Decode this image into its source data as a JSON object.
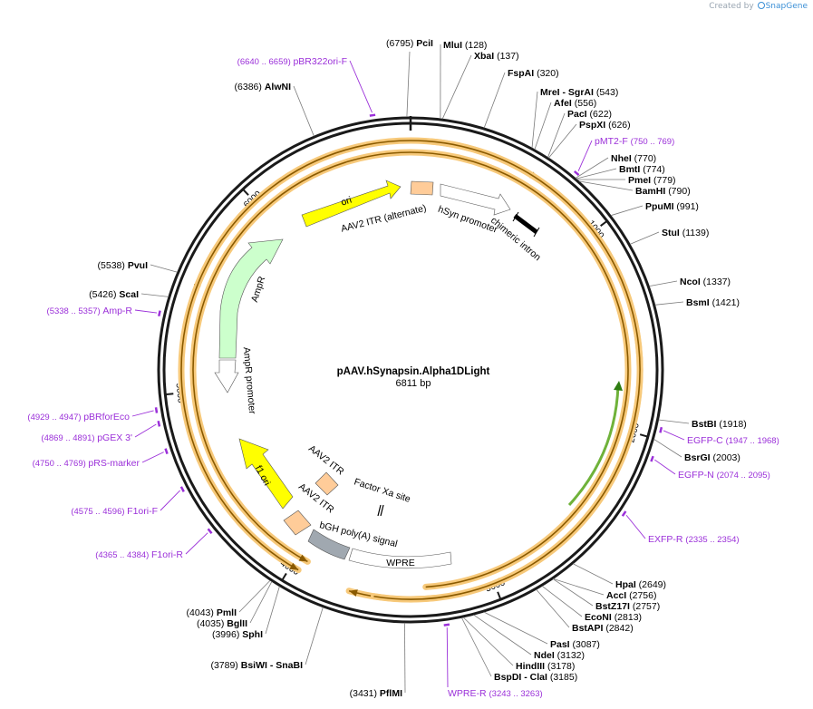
{
  "credit": {
    "prefix": "Created by",
    "brand": "SnapGene"
  },
  "plasmid": {
    "name": "pAAV.hSynapsin.Alpha1DLight",
    "length_label": "6811 bp",
    "length": 6811
  },
  "ticks": [
    {
      "pos": 1000,
      "label": "1000"
    },
    {
      "pos": 2000,
      "label": "2000"
    },
    {
      "pos": 3000,
      "label": "3000"
    },
    {
      "pos": 4000,
      "label": "4000"
    },
    {
      "pos": 5000,
      "label": "5000"
    },
    {
      "pos": 6000,
      "label": "6000"
    }
  ],
  "sites": [
    {
      "name": "PciI",
      "pos": "(6795)",
      "bp": 6795
    },
    {
      "name": "MluI",
      "pos": "(128)",
      "bp": 128
    },
    {
      "name": "XbaI",
      "pos": "(137)",
      "bp": 137
    },
    {
      "name": "FspAI",
      "pos": "(320)",
      "bp": 320
    },
    {
      "name": "MreI - SgrAI",
      "pos": "(543)",
      "bp": 543
    },
    {
      "name": "AfeI",
      "pos": "(556)",
      "bp": 556
    },
    {
      "name": "PacI",
      "pos": "(622)",
      "bp": 622
    },
    {
      "name": "PspXI",
      "pos": "(626)",
      "bp": 626
    },
    {
      "name": "NheI",
      "pos": "(770)",
      "bp": 770
    },
    {
      "name": "BmtI",
      "pos": "(774)",
      "bp": 774
    },
    {
      "name": "PmeI",
      "pos": "(779)",
      "bp": 779
    },
    {
      "name": "BamHI",
      "pos": "(790)",
      "bp": 790
    },
    {
      "name": "PpuMI",
      "pos": "(991)",
      "bp": 991
    },
    {
      "name": "StuI",
      "pos": "(1139)",
      "bp": 1139
    },
    {
      "name": "NcoI",
      "pos": "(1337)",
      "bp": 1337
    },
    {
      "name": "BsmI",
      "pos": "(1421)",
      "bp": 1421
    },
    {
      "name": "BstBI",
      "pos": "(1918)",
      "bp": 1918
    },
    {
      "name": "BsrGI",
      "pos": "(2003)",
      "bp": 2003
    },
    {
      "name": "HpaI",
      "pos": "(2649)",
      "bp": 2649
    },
    {
      "name": "AccI",
      "pos": "(2756)",
      "bp": 2756
    },
    {
      "name": "BstZ17I",
      "pos": "(2757)",
      "bp": 2757
    },
    {
      "name": "EcoNI",
      "pos": "(2813)",
      "bp": 2813
    },
    {
      "name": "BstAPI",
      "pos": "(2842)",
      "bp": 2842
    },
    {
      "name": "PasI",
      "pos": "(3087)",
      "bp": 3087
    },
    {
      "name": "NdeI",
      "pos": "(3132)",
      "bp": 3132
    },
    {
      "name": "HindIII",
      "pos": "(3178)",
      "bp": 3178
    },
    {
      "name": "BspDI - ClaI",
      "pos": "(3185)",
      "bp": 3185
    },
    {
      "name": "PflMI",
      "pos": "(3431)",
      "bp": 3431
    },
    {
      "name": "BsiWI - SnaBI",
      "pos": "(3789)",
      "bp": 3789
    },
    {
      "name": "SphI",
      "pos": "(3996)",
      "bp": 3996
    },
    {
      "name": "BglII",
      "pos": "(4035)",
      "bp": 4035
    },
    {
      "name": "PmlI",
      "pos": "(4043)",
      "bp": 4043
    },
    {
      "name": "ScaI",
      "pos": "(5426)",
      "bp": 5426
    },
    {
      "name": "PvuI",
      "pos": "(5538)",
      "bp": 5538
    },
    {
      "name": "AlwNI",
      "pos": "(6386)",
      "bp": 6386
    }
  ],
  "primers": [
    {
      "name": "pBR322ori-F",
      "range": "(6640 .. 6659)",
      "bp": 6650
    },
    {
      "name": "pMT2-F",
      "range": "(750 .. 769)",
      "bp": 760
    },
    {
      "name": "EGFP-C",
      "range": "(1947 .. 1968)",
      "bp": 1958
    },
    {
      "name": "EGFP-N",
      "range": "(2074 .. 2095)",
      "bp": 2085
    },
    {
      "name": "EXFP-R",
      "range": "(2335 .. 2354)",
      "bp": 2345
    },
    {
      "name": "WPRE-R",
      "range": "(3243 .. 3263)",
      "bp": 3253
    },
    {
      "name": "F1ori-R",
      "range": "(4365 .. 4384)",
      "bp": 4375
    },
    {
      "name": "F1ori-F",
      "range": "(4575 .. 4596)",
      "bp": 4586
    },
    {
      "name": "pRS-marker",
      "range": "(4750 .. 4769)",
      "bp": 4760
    },
    {
      "name": "pGEX 3'",
      "range": "(4869 .. 4891)",
      "bp": 4880
    },
    {
      "name": "pBRforEco",
      "range": "(4929 .. 4947)",
      "bp": 4938
    },
    {
      "name": "Amp-R",
      "range": "(5338 .. 5357)",
      "bp": 5348
    }
  ],
  "features": [
    {
      "name": "ori",
      "color": "#ffff00"
    },
    {
      "name": "AAV2 ITR (alternate)",
      "color": "#ffcc99"
    },
    {
      "name": "hSyn promoter",
      "color": "#ffffff"
    },
    {
      "name": "chimeric intron",
      "color": "#000000"
    },
    {
      "name": "AmpR",
      "color": "#ccffcc"
    },
    {
      "name": "AmpR promoter",
      "color": "#ffffff"
    },
    {
      "name": "f1 ori",
      "color": "#ffff00"
    },
    {
      "name": "AAV2 ITR",
      "color": "#ffcc99"
    },
    {
      "name": "Factor Xa site",
      "color": "#000000"
    },
    {
      "name": "AAV2 ITR",
      "color": "#ffcc99"
    },
    {
      "name": "bGH poly(A) signal",
      "color": "#a0a8b0"
    },
    {
      "name": "WPRE",
      "color": "#ffffff"
    }
  ],
  "colors": {
    "backbone": "#1a1a1a",
    "orf": "#f7c97a",
    "orf_core": "#8a5a00",
    "primer": "#9b30d9",
    "site_line": "#7a7a7a",
    "ligand_arrow": "#6fb23a"
  }
}
